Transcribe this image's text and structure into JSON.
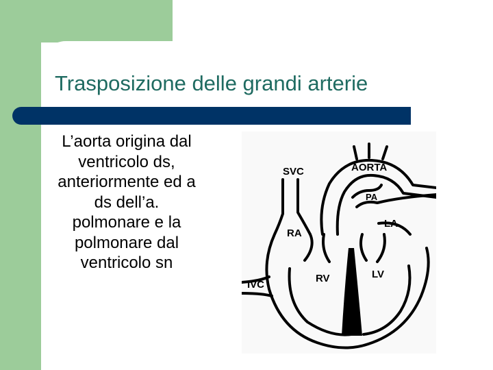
{
  "slide": {
    "title": "Trasposizione delle grandi arterie",
    "body_text": "L’aorta origina dal ventricolo ds, anteriormente ed a ds dell’a. polmonare e la polmonare dal ventricolo sn"
  },
  "diagram": {
    "labels": {
      "svc": "SVC",
      "aorta": "AORTA",
      "pa": "PA",
      "la": "LA",
      "ra": "RA",
      "lv": "LV",
      "rv": "RV",
      "ivc": "IVC"
    }
  },
  "colors": {
    "accent_green": "#9ccc9a",
    "title_teal": "#1f6b61",
    "title_bar_navy": "#003366"
  }
}
